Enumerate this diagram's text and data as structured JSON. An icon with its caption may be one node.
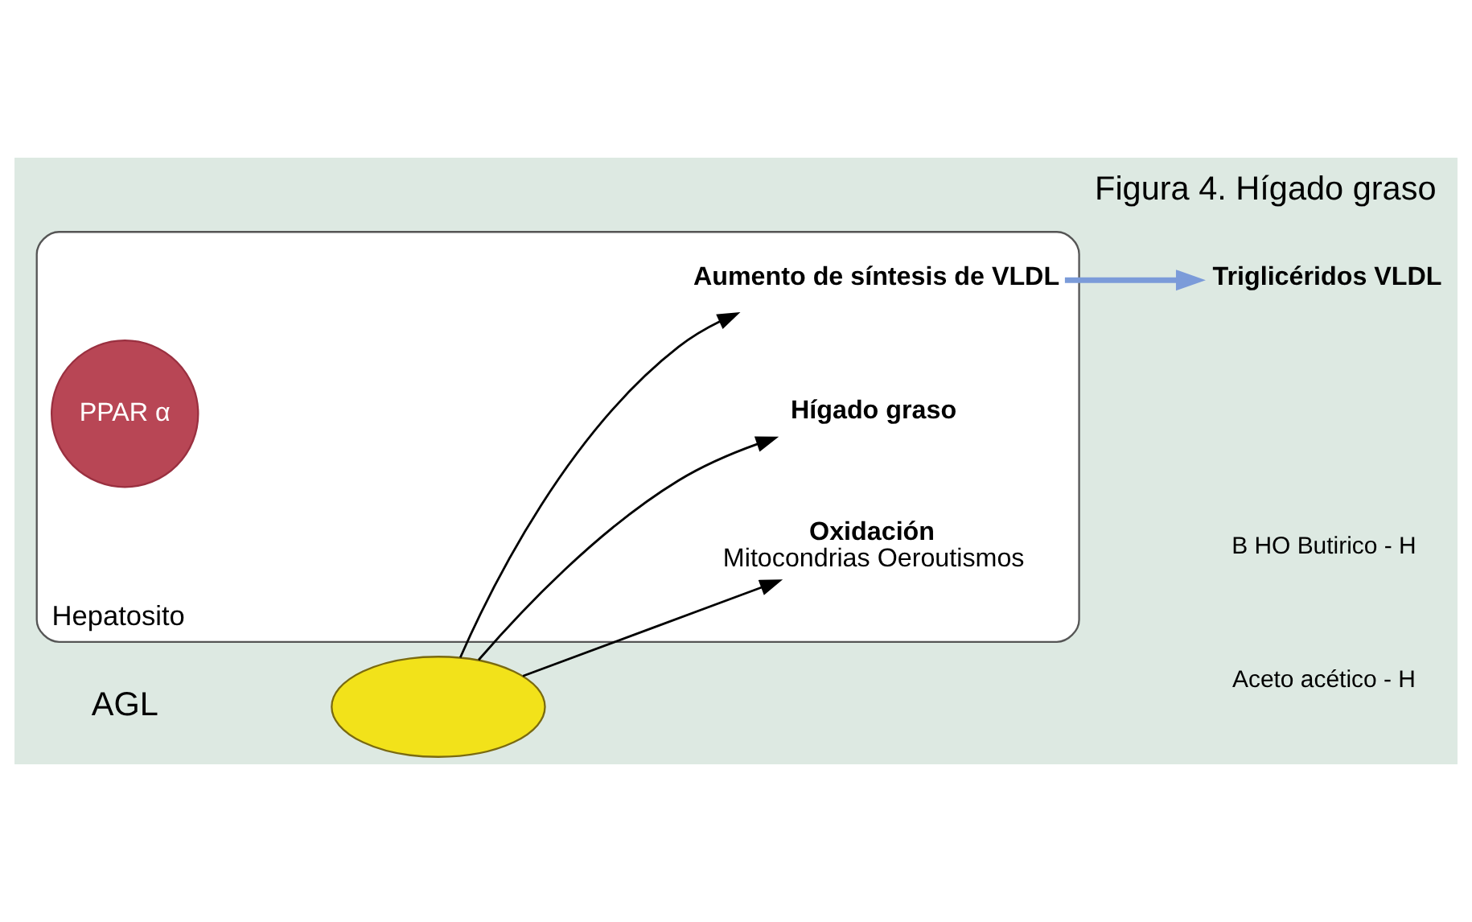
{
  "diagram": {
    "title": "Figura 4. Hígado graso",
    "nodes": [
      {
        "text": [
          "Hepatosito"
        ]
      },
      {
        "text": [
          "Aumento de síntesis de VLDL"
        ],
        "in": 0
      },
      {
        "text": [
          "Hígado graso"
        ],
        "in": 0
      },
      {
        "text": [
          "PPAR α"
        ],
        "in": 0
      },
      {
        "text": [
          "Oxidación",
          "Mitocondrias Oeroutismos"
        ],
        "in": 0
      },
      {
        "text": [
          "Triglicéridos VLDL"
        ]
      },
      {
        "text": [],
        "shape": "ellipse"
      }
    ],
    "edges": [
      {
        "from": 6,
        "to": 1,
        "arrow": "to"
      },
      {
        "from": 6,
        "to": 2,
        "arrow": "to"
      },
      {
        "from": 6,
        "to": 4,
        "arrow": "to"
      },
      {
        "from": 1,
        "to": 5,
        "arrow": "to",
        "color": "#7b9bd9",
        "style": "thick"
      }
    ],
    "labels": [
      "AGL",
      "B HO Butirico - H",
      "Aceto acético - H"
    ]
  }
}
